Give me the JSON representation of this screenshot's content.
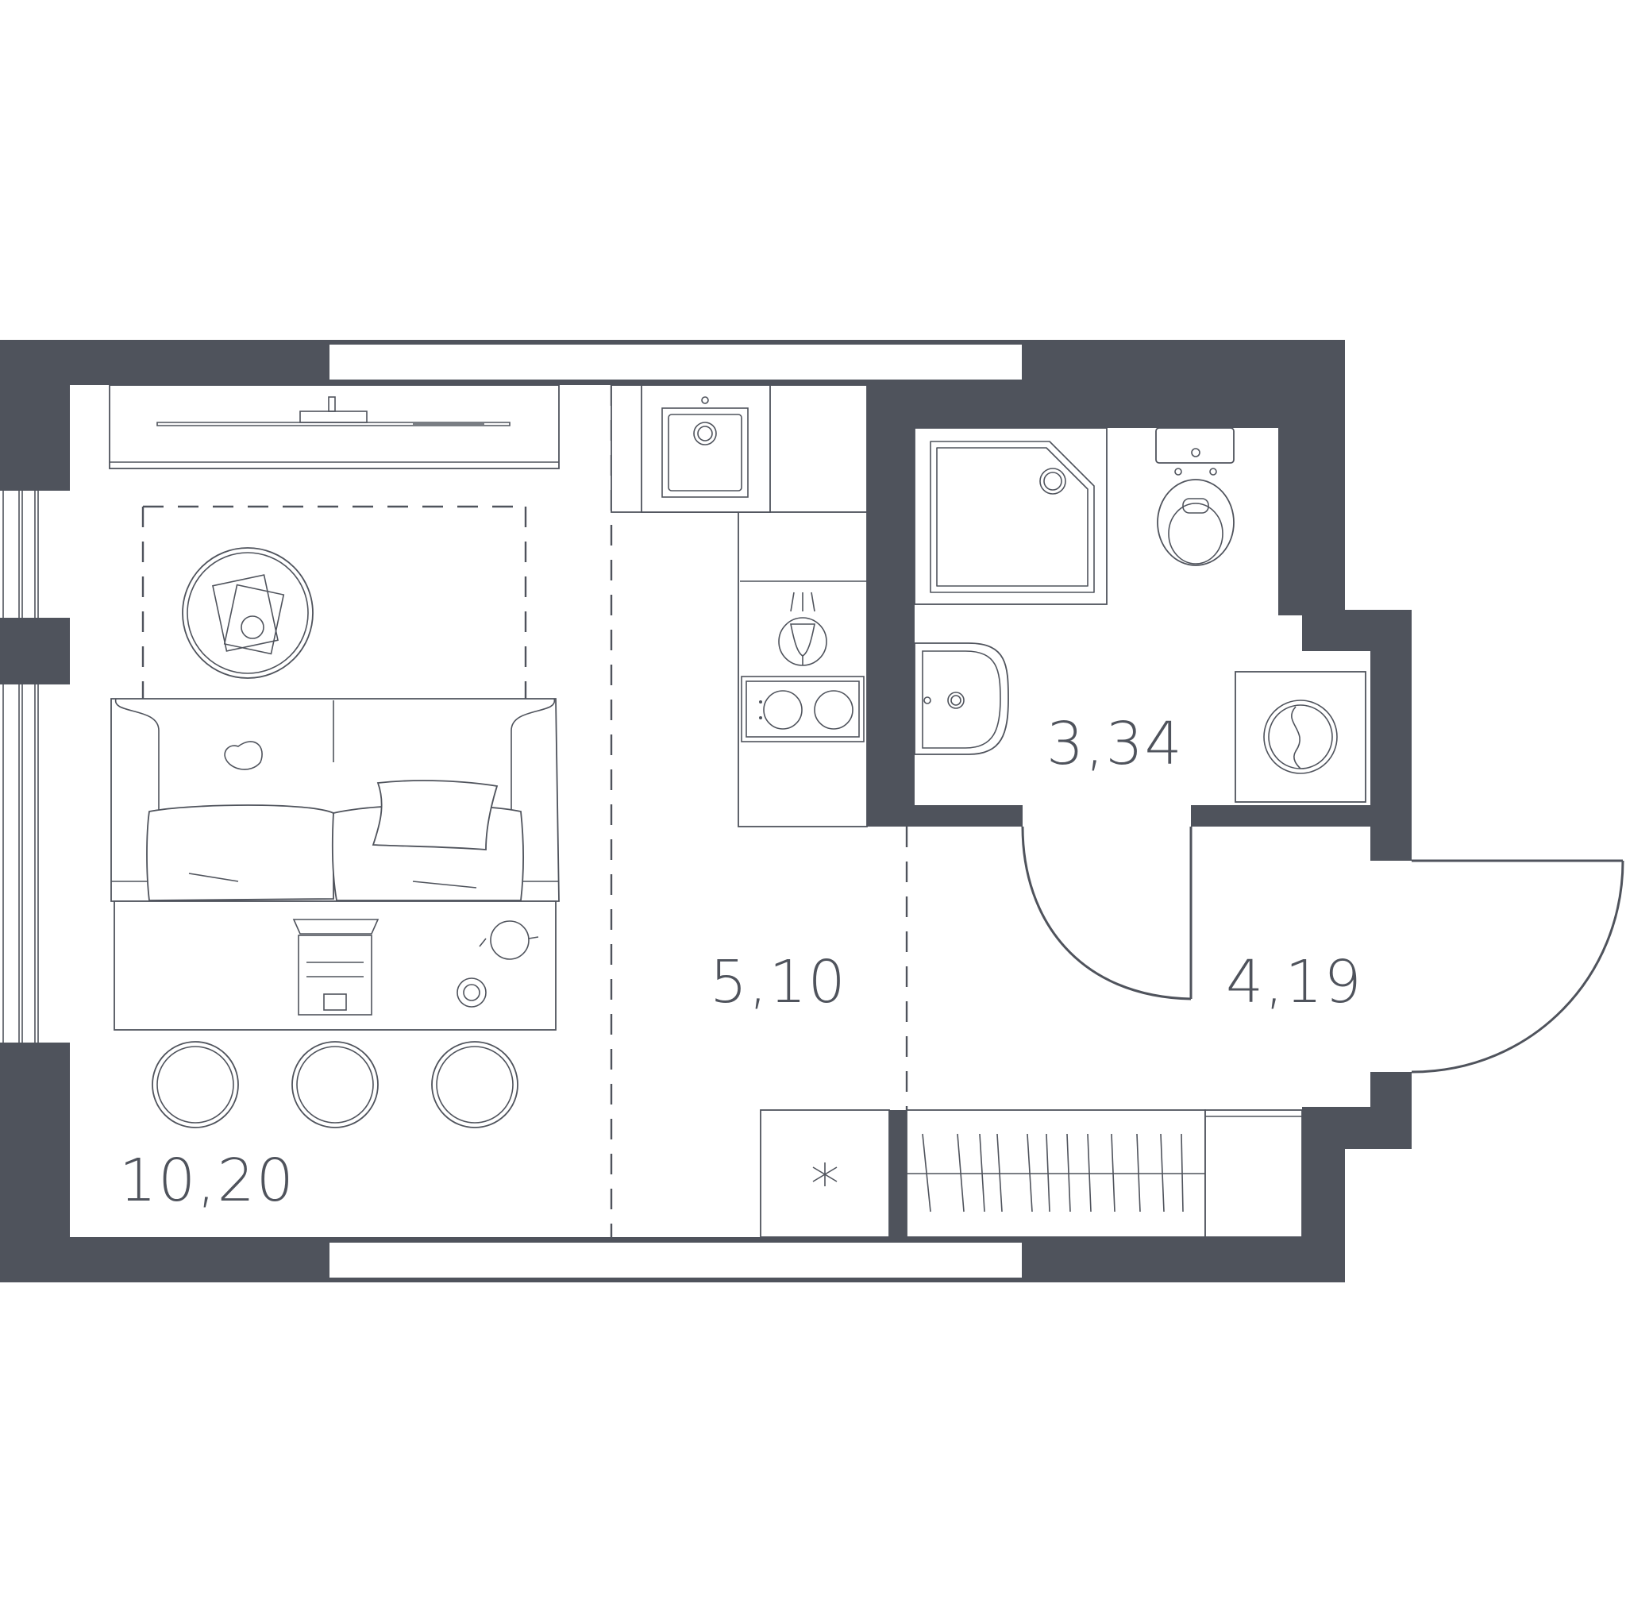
{
  "plan": {
    "wall_color": "#4f535c",
    "rooms": [
      {
        "id": "living-room",
        "area": "10,20"
      },
      {
        "id": "kitchen",
        "area": "5,10"
      },
      {
        "id": "bathroom",
        "area": "3,34"
      },
      {
        "id": "hallway",
        "area": "4,19"
      }
    ]
  }
}
